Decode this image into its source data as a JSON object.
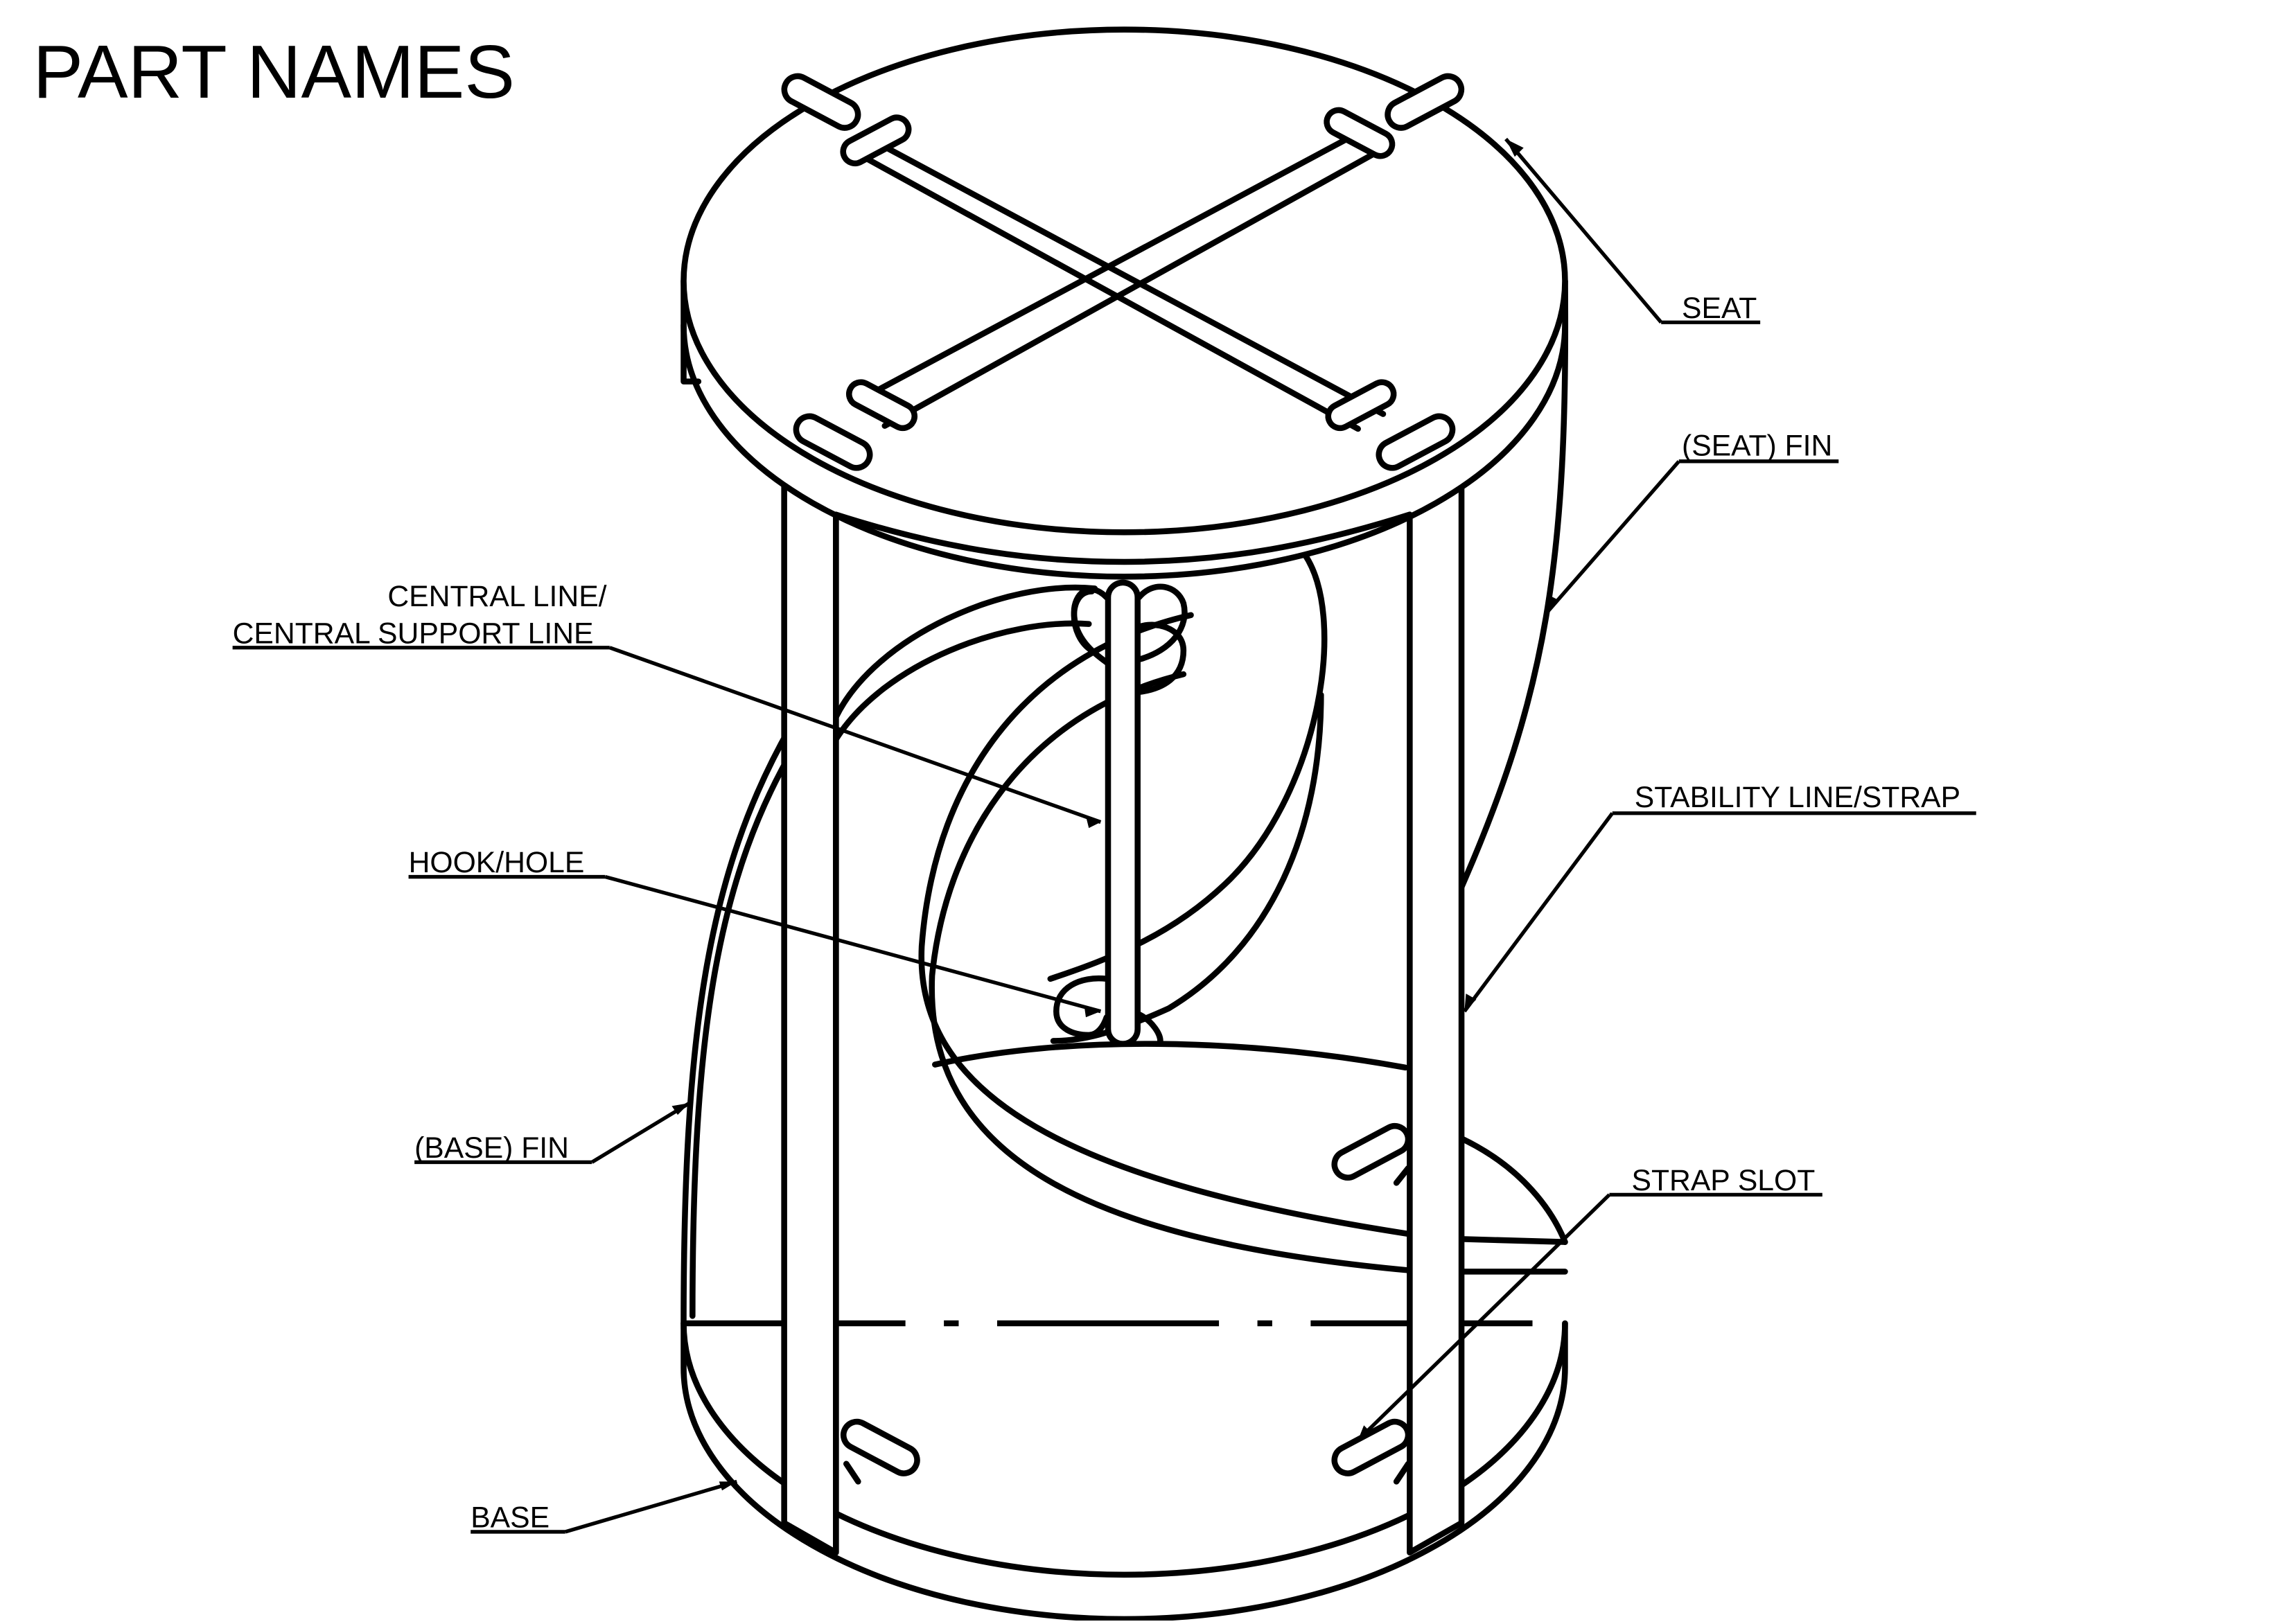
{
  "title": "PART NAMES",
  "labels": {
    "seat": "SEAT",
    "seat_fin": "(SEAT) FIN",
    "central_line_1": "CENTRAL LINE/",
    "central_line_2": "CENTRAL SUPPORT LINE",
    "stability": "STABILITY LINE/STRAP",
    "hook_hole": "HOOK/HOLE",
    "base_fin": "(BASE) FIN",
    "strap_slot": "STRAP SLOT",
    "base": "BASE"
  },
  "colors": {
    "line": "#000000",
    "background": "#ffffff"
  }
}
